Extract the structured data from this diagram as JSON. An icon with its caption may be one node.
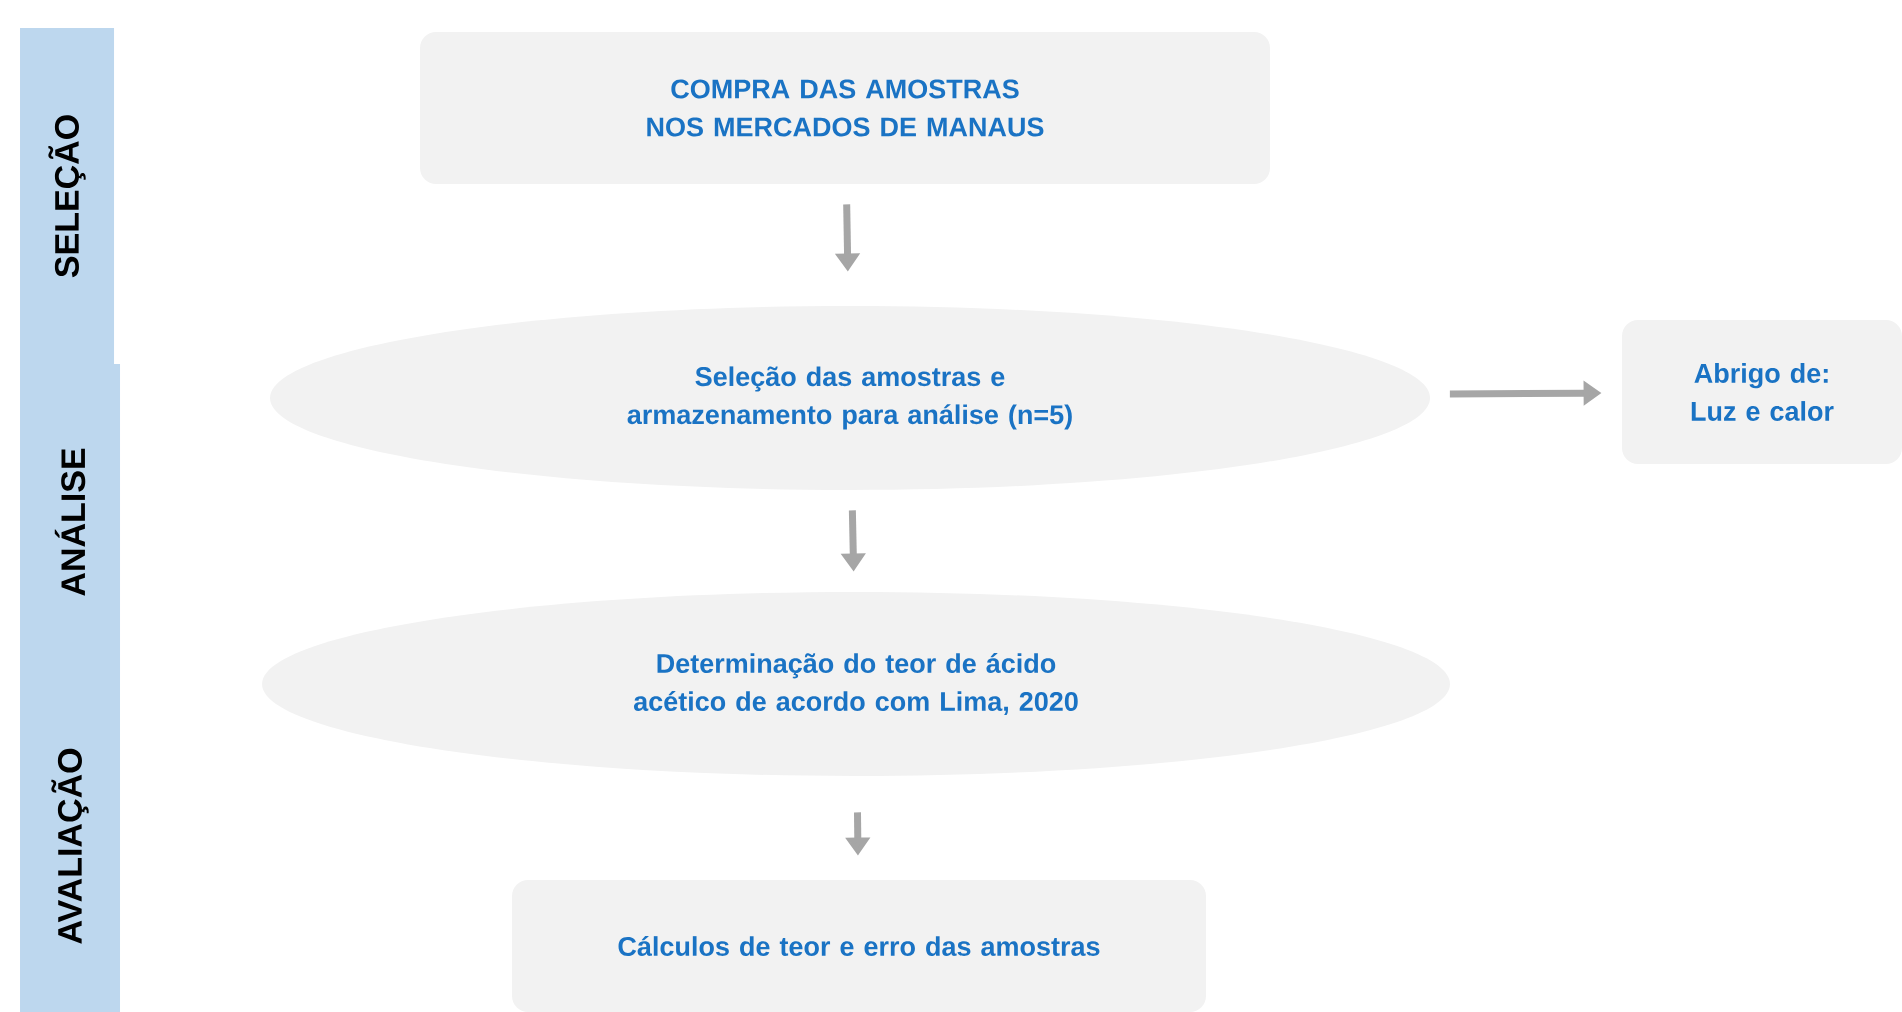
{
  "diagram": {
    "nodes": [
      {
        "text": [
          "SELEÇÃO"
        ]
      },
      {
        "text": [
          "ANÁLISE"
        ]
      },
      {
        "text": [
          "AVALIAÇÃO"
        ]
      },
      {
        "text": [
          "COMPRA DAS AMOSTRAS NOS MERCADOS DE MANAUS"
        ]
      },
      {
        "text": [
          "Seleção das amostras e armazenamento para análise (n=5)"
        ]
      },
      {
        "text": [
          "Abrigo de: Luz e calor"
        ]
      },
      {
        "text": [
          "Determinação do teor de ácido acético de acordo com Lima, 2020"
        ]
      },
      {
        "text": [
          "Cálculos de teor e erro das amostras"
        ]
      }
    ],
    "edges": [
      {
        "from": 3,
        "to": 4,
        "arrow": "to"
      },
      {
        "from": 4,
        "to": 5,
        "arrow": "to"
      },
      {
        "from": 4,
        "to": 6,
        "arrow": "to"
      },
      {
        "from": 6,
        "to": 7,
        "arrow": "to"
      }
    ]
  }
}
